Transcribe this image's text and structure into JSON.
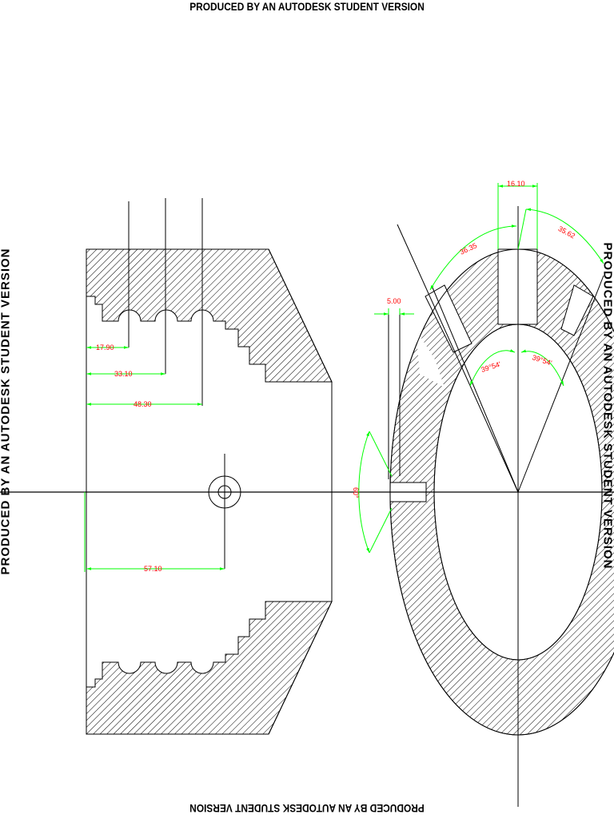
{
  "watermarks": {
    "top": "PRODUCED BY AN AUTODESK STUDENT VERSION",
    "bottom": "PRODUCED BY AN AUTODESK STUDENT VERSION",
    "left": "PRODUCED BY AN AUTODESK STUDENT VERSION",
    "right": "PRODUCED BY AN AUTODESK STUDENT VERSION"
  },
  "dimensions": {
    "d1": "17.90",
    "d2": "33.10",
    "d3": "48.30",
    "d4": "57.10",
    "d5": "16.10",
    "d6": "36.35",
    "d7": "35.62",
    "d8": "5.00",
    "d9": "39°54'",
    "d10": "39°54'",
    "d11": "60°"
  },
  "colors": {
    "line": "#000000",
    "dimension": "#00ff00",
    "dimtext": "#ff0000"
  }
}
